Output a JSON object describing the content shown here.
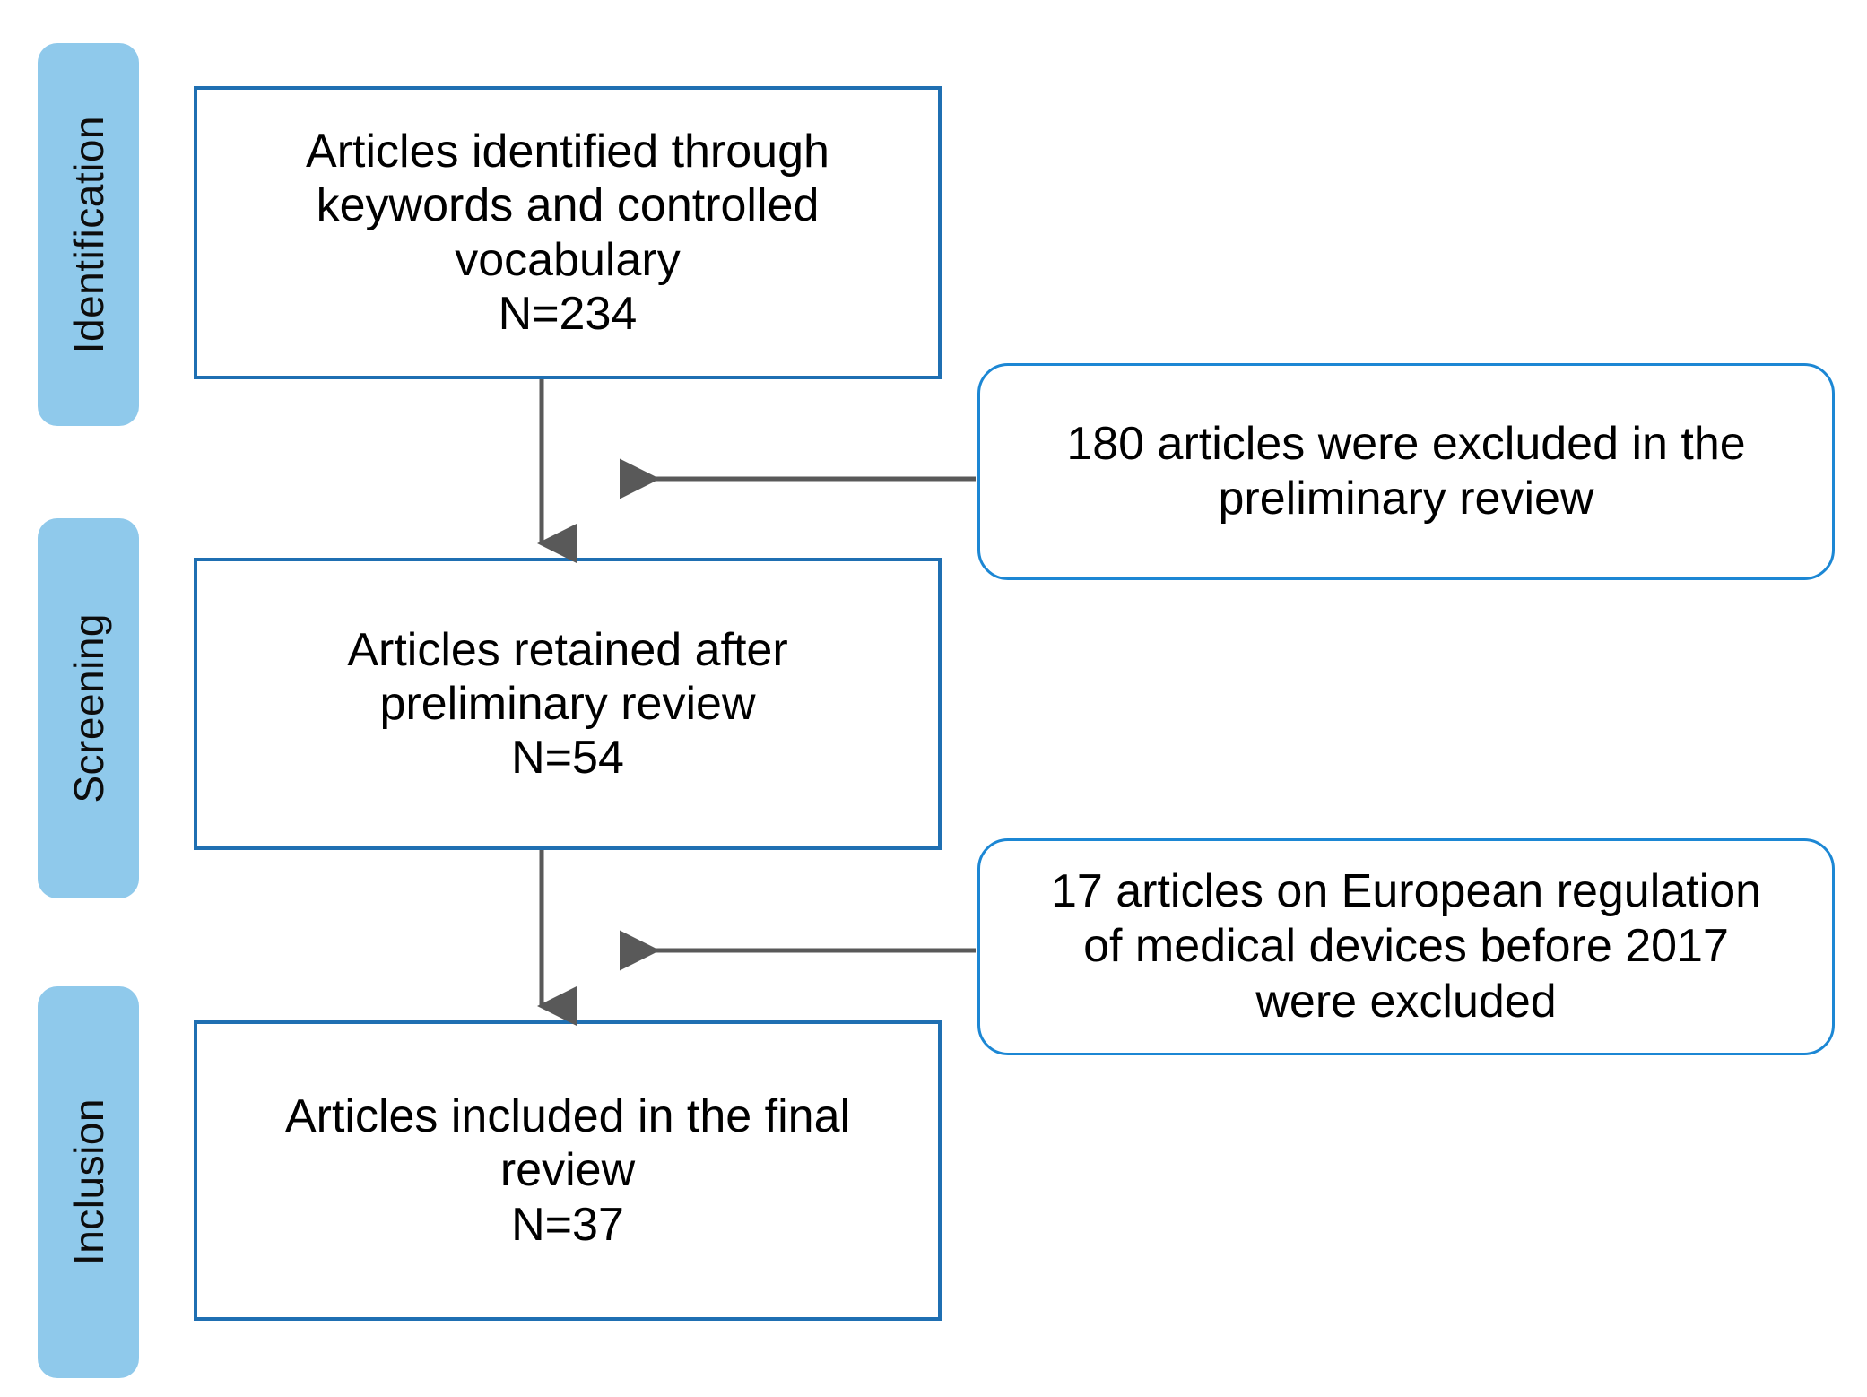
{
  "diagram": {
    "type": "prisma-flow-diagram",
    "colors": {
      "stage_bar_fill": "#8FC9EB",
      "flow_box_border": "#1F6FB2",
      "exclusion_box_border": "#1C87D4",
      "arrow": "#595959",
      "text": "#000000",
      "background": "#FFFFFF"
    },
    "stages": [
      {
        "id": "identification",
        "label": "Identification"
      },
      {
        "id": "screening",
        "label": "Screening"
      },
      {
        "id": "inclusion",
        "label": "Inclusion"
      }
    ],
    "flow_boxes": [
      {
        "id": "identified",
        "stage": "identification",
        "line1": "Articles identified through",
        "line2": "keywords and controlled",
        "line3": "vocabulary",
        "count_label": "N=234",
        "count": 234
      },
      {
        "id": "retained",
        "stage": "screening",
        "line1": "Articles retained after",
        "line2": "preliminary review",
        "line3": "",
        "count_label": "N=54",
        "count": 54
      },
      {
        "id": "included",
        "stage": "inclusion",
        "line1": "Articles included in the final",
        "line2": "review",
        "line3": "",
        "count_label": "N=37",
        "count": 37
      }
    ],
    "exclusion_boxes": [
      {
        "id": "excluded-preliminary",
        "line1": "180 articles were excluded in the",
        "line2": "preliminary review",
        "line3": "",
        "count": 180
      },
      {
        "id": "excluded-pre-2017",
        "line1": "17 articles on European regulation",
        "line2": "of medical devices before 2017",
        "line3": "were excluded",
        "count": 17
      }
    ],
    "arrows": [
      {
        "id": "identified-to-retained",
        "direction": "down"
      },
      {
        "id": "exclusion-1-to-flow",
        "direction": "left"
      },
      {
        "id": "retained-to-included",
        "direction": "down"
      },
      {
        "id": "exclusion-2-to-flow",
        "direction": "left"
      }
    ]
  }
}
